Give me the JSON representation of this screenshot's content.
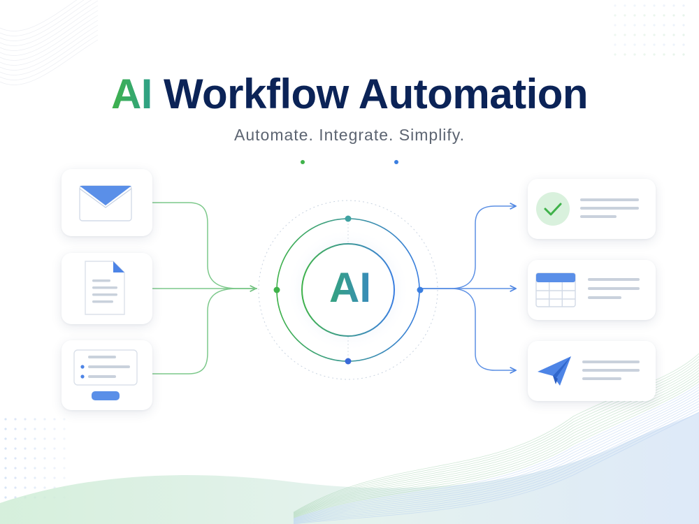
{
  "header": {
    "title_accent": "AI",
    "title_main": "Workflow Automation",
    "subtitle": "Automate. Integrate. Simplify."
  },
  "hub": {
    "label": "AI"
  },
  "inputs": [
    {
      "id": "email",
      "icon": "envelope-icon"
    },
    {
      "id": "document",
      "icon": "document-icon"
    },
    {
      "id": "form",
      "icon": "form-icon"
    }
  ],
  "outputs": [
    {
      "id": "task",
      "icon": "checkmark-icon"
    },
    {
      "id": "spreadsheet",
      "icon": "table-icon"
    },
    {
      "id": "send",
      "icon": "paper-plane-icon"
    }
  ],
  "colors": {
    "accent_green": "#3fb24a",
    "accent_blue": "#3a7ee0",
    "title_navy": "#0b2357",
    "subtitle_gray": "#5c6471",
    "connector_green": "#7cc88a",
    "connector_blue": "#6f9ee6"
  }
}
